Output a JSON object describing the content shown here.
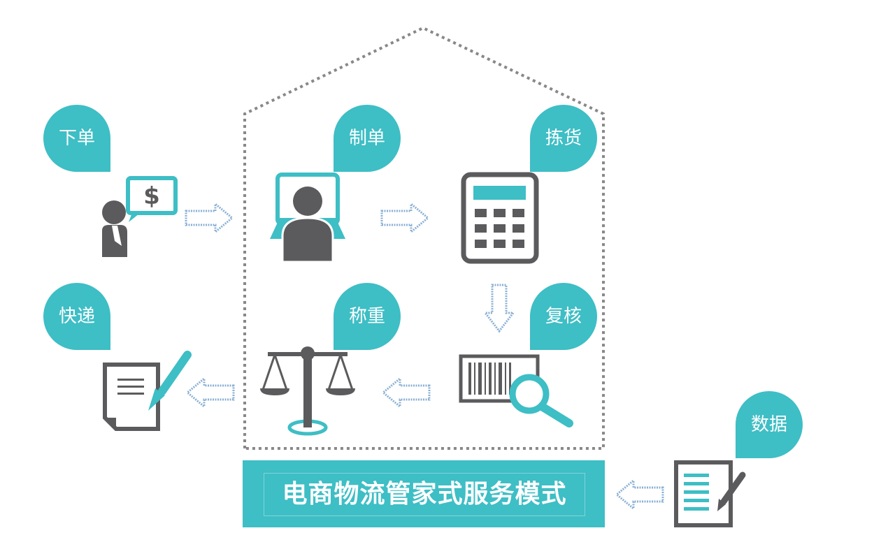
{
  "colors": {
    "accent": "#3ebec5",
    "icon_dark": "#5b5b5d",
    "arrow_outline": "#8ab0d4",
    "dotted_border": "#888888"
  },
  "steps": {
    "order": {
      "label": "下单",
      "icon": "customer-payment-icon"
    },
    "create": {
      "label": "制单",
      "icon": "computer-operator-icon"
    },
    "pick": {
      "label": "拣货",
      "icon": "calculator-icon"
    },
    "review": {
      "label": "复核",
      "icon": "barcode-scan-icon"
    },
    "weigh": {
      "label": "称重",
      "icon": "balance-scale-icon"
    },
    "express": {
      "label": "快递",
      "icon": "document-pen-icon"
    },
    "data": {
      "label": "数据",
      "icon": "checklist-pen-icon"
    }
  },
  "symbols": {
    "currency": "$"
  },
  "footer": {
    "title": "电商物流管家式服务模式"
  }
}
